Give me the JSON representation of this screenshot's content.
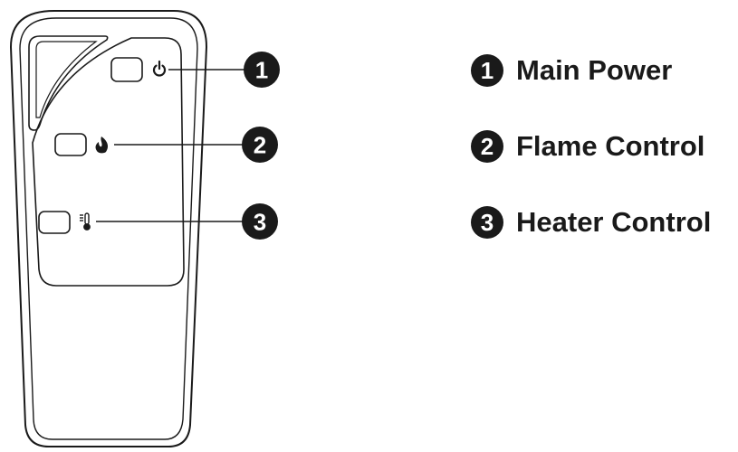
{
  "legend": [
    {
      "number": "1",
      "label": "Main Power"
    },
    {
      "number": "2",
      "label": "Flame Control"
    },
    {
      "number": "3",
      "label": "Heater Control"
    }
  ],
  "callouts": [
    {
      "number": "1"
    },
    {
      "number": "2"
    },
    {
      "number": "3"
    }
  ],
  "icons": {
    "button_1": "power-icon",
    "button_2": "flame-icon",
    "button_3": "thermometer-icon"
  },
  "colors": {
    "line": "#1a1a1a",
    "background": "#ffffff"
  }
}
